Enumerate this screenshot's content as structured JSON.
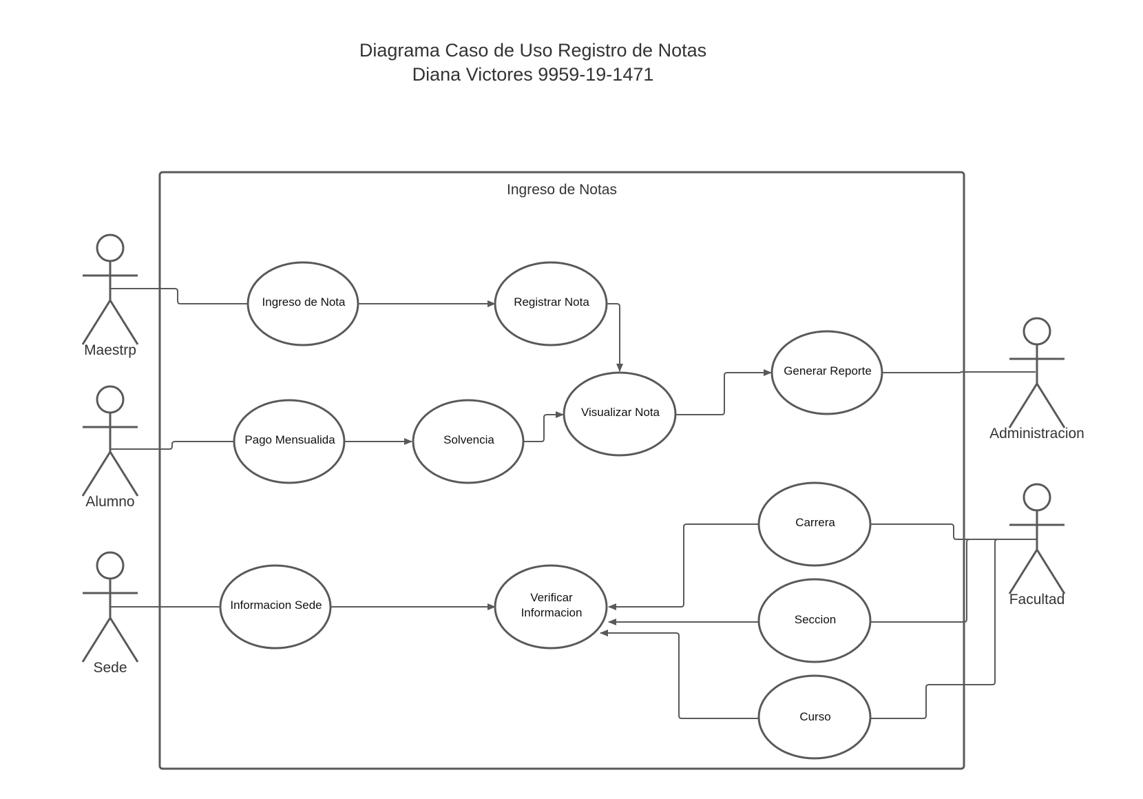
{
  "diagram": {
    "title_line1": "Diagrama Caso de Uso Registro de Notas",
    "title_line2": "Diana Victores 9959-19-1471",
    "system_boundary": "Ingreso de Notas",
    "actors": {
      "maestrp": "Maestrp",
      "alumno": "Alumno",
      "sede": "Sede",
      "administracion": "Administracion",
      "facultad": "Facultad"
    },
    "use_cases": {
      "ingreso_nota": "Ingreso de Nota",
      "registrar_nota": "Registrar Nota",
      "pago_mensualida": "Pago Mensualida",
      "solvencia": "Solvencia",
      "visualizar_nota": "Visualizar Nota",
      "generar_reporte": "Generar Reporte",
      "informacion_sede": "Informacion Sede",
      "verificar_line1": "Verificar",
      "verificar_line2": "Informacion",
      "carrera": "Carrera",
      "seccion": "Seccion",
      "curso": "Curso"
    }
  }
}
